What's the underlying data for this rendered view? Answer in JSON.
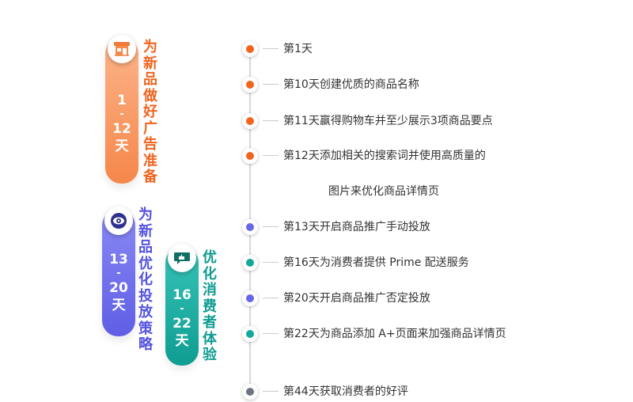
{
  "phases": [
    {
      "title": "为新品做好广告准备",
      "day_from": "1",
      "separator": "-",
      "day_to": "12",
      "unit": "天",
      "color": "#f58a4b",
      "color_light": "#fba571",
      "icon": "storefront-icon"
    },
    {
      "title": "为新品优化投放策略",
      "day_from": "13",
      "separator": "-",
      "day_to": "20",
      "unit": "天",
      "color": "#6867ea",
      "color_light": "#8b8af5",
      "icon": "target-eye-icon"
    },
    {
      "title": "优化消费者体验",
      "day_from": "16",
      "separator": "-",
      "day_to": "22",
      "unit": "天",
      "color": "#14a79c",
      "color_light": "#2fc2b6",
      "icon": "chat-thumbs-up-icon"
    }
  ],
  "steps": [
    {
      "text": "第1天",
      "color": "#f0641e"
    },
    {
      "text": "第10天创建优质的商品名称",
      "color": "#f0641e"
    },
    {
      "text": "第11天赢得购物车并至少展示3项商品要点",
      "color": "#f0641e"
    },
    {
      "text": "第12天添加相关的搜索词并使用高质量的",
      "continuation": "图片来优化商品详情页",
      "color": "#f0641e"
    },
    {
      "text": "第13天开启商品推广手动投放",
      "color": "#6867ea"
    },
    {
      "text": "第16天为消费者提供 Prime 配送服务",
      "color": "#14a79c"
    },
    {
      "text": "第20天开启商品推广否定投放",
      "color": "#6867ea"
    },
    {
      "text": "第22天为商品添加 A+页面来加强商品详情页",
      "color": "#14a79c"
    },
    {
      "text": "第44天获取消费者的好评",
      "color": "#6c7480"
    }
  ]
}
